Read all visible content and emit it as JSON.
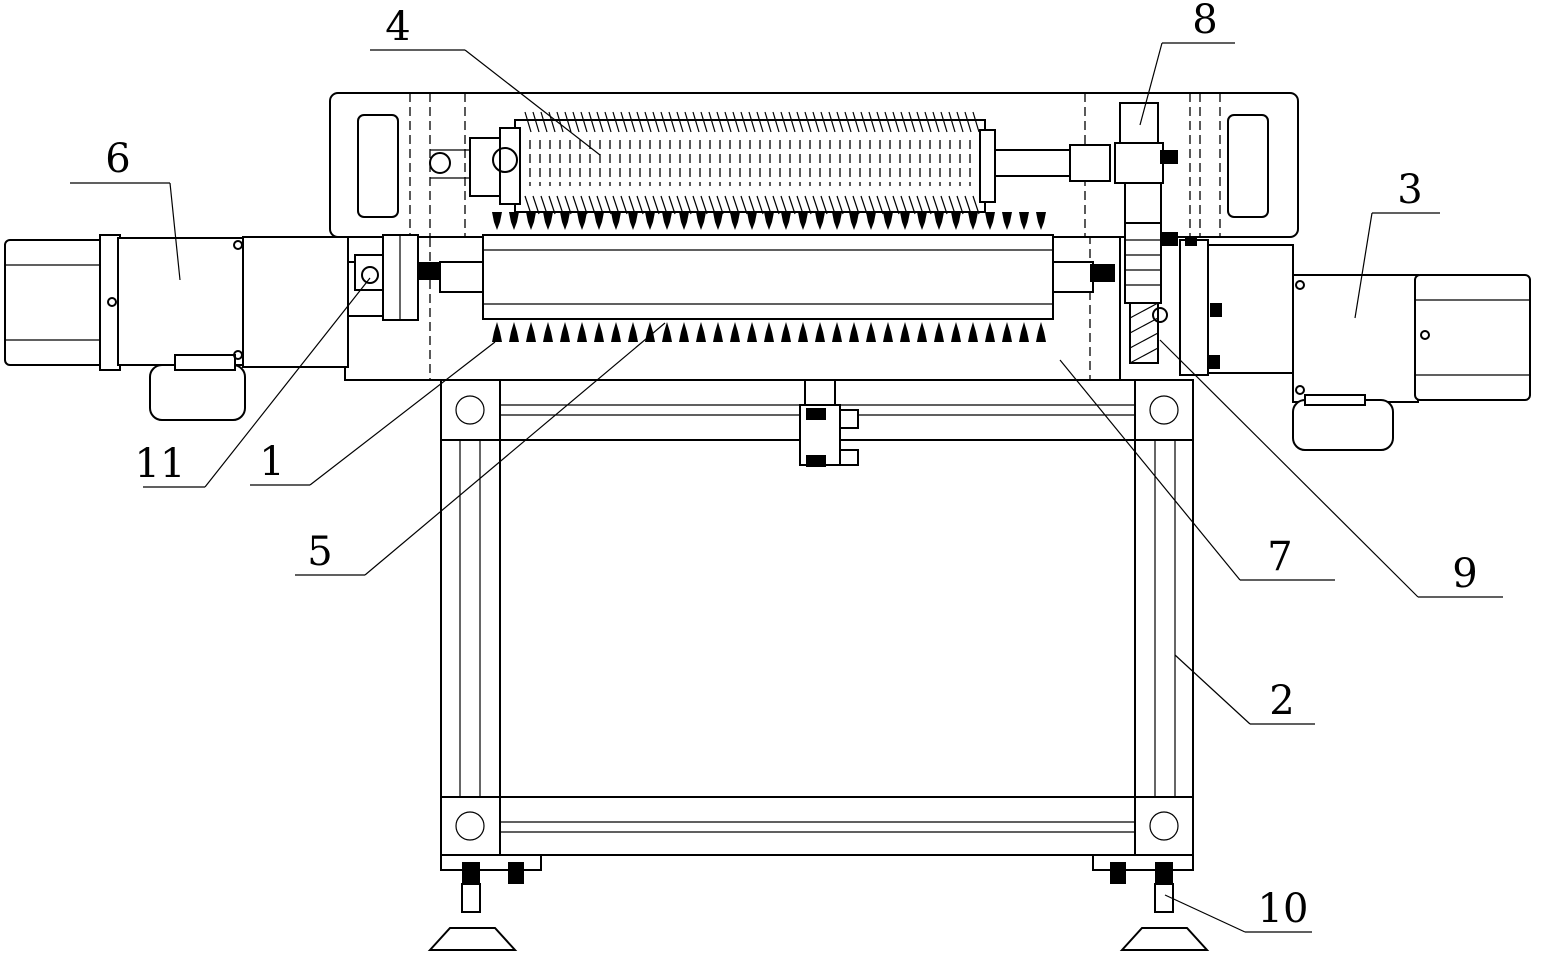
{
  "figure": {
    "callouts": [
      {
        "id": "c1",
        "label": "1"
      },
      {
        "id": "c2",
        "label": "2"
      },
      {
        "id": "c3",
        "label": "3"
      },
      {
        "id": "c4",
        "label": "4"
      },
      {
        "id": "c5",
        "label": "5"
      },
      {
        "id": "c6",
        "label": "6"
      },
      {
        "id": "c7",
        "label": "7"
      },
      {
        "id": "c8",
        "label": "8"
      },
      {
        "id": "c9",
        "label": "9"
      },
      {
        "id": "c10",
        "label": "10"
      },
      {
        "id": "c11",
        "label": "11"
      }
    ]
  }
}
